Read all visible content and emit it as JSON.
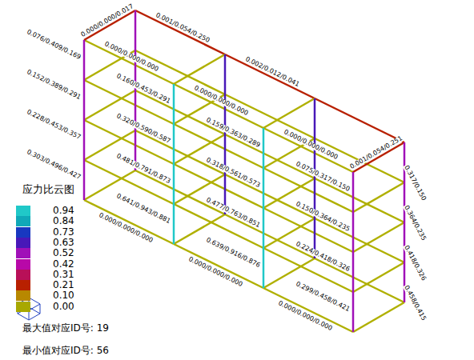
{
  "diagram": {
    "title": "应力比云图",
    "labels": [
      "0.076/0.409/0.169",
      "0.152/0.389/0.291",
      "0.228/0.453/0.357",
      "0.303/0.496/0.427",
      "0.160/0.453/0.291",
      "0.320/0.590/0.587",
      "0.481/0.791/0.873",
      "0.641/0.943/0.881",
      "0.159/0.363/0.289",
      "0.318/0.561/0.573",
      "0.477/0.763/0.851",
      "0.639/0.916/0.876",
      "0.075/0.317/0.150",
      "0.150/0.364/0.235",
      "0.224/0.418/0.326",
      "0.299/0.458/0.421",
      "0.317/0.150",
      "0.364/0.235",
      "0.418/0.326",
      "0.458/0.415",
      "0.000/0.000/0.017",
      "0.001/0.054/0.250",
      "0.002/0.012/0.041",
      "0.001/0.054/0.251",
      "0.000/0.000/0.000",
      "0.000/0.000/0.000",
      "0.000/0.000/0.000",
      "0.000/0.000/0.000",
      "0.000/0.000/0.000",
      "0.000/0.000/0.000",
      "最大值对应ID号: 19",
      "最小值对应ID号: 56"
    ],
    "legend": [
      {
        "text": "0.94",
        "color": "#20c8c8"
      },
      {
        "text": "0.84",
        "color": "#10a8b8"
      },
      {
        "text": "0.73",
        "color": "#1838c0"
      },
      {
        "text": "0.63",
        "color": "#4818b8"
      },
      {
        "text": "0.52",
        "color": "#a010b8"
      },
      {
        "text": "0.42",
        "color": "#b808a8"
      },
      {
        "text": "0.31",
        "color": "#b81058"
      },
      {
        "text": "0.21",
        "color": "#b82000"
      },
      {
        "text": "0.10",
        "color": "#b88800"
      },
      {
        "text": "0.00",
        "color": "#a8a800"
      }
    ]
  }
}
